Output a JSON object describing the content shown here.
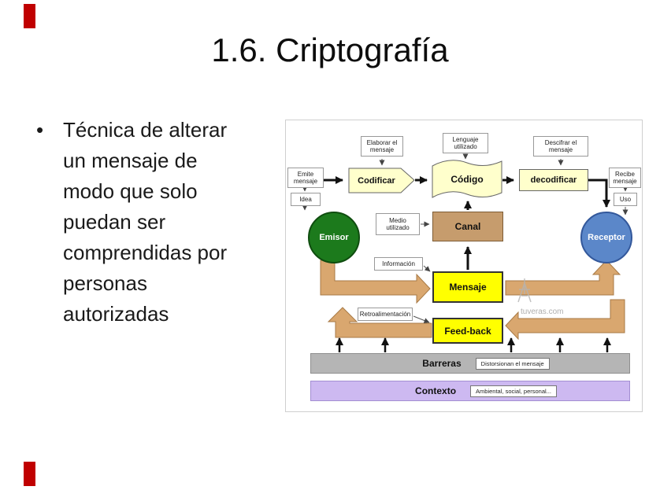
{
  "slide": {
    "title": "1.6. Criptografía",
    "bullet_marker": "•",
    "bullet_text": "Técnica de alterar un mensaje de modo que solo puedan ser comprendidas por personas autorizadas",
    "accent_color": "#c00000"
  },
  "diagram": {
    "watermark": "tuveras.com",
    "nodes": {
      "emisor": "Emisor",
      "codificar": "Codificar",
      "codigo": "Código",
      "decodificar": "decodificar",
      "receptor": "Receptor",
      "canal": "Canal",
      "mensaje": "Mensaje",
      "feedback": "Feed-back",
      "barreras": "Barreras",
      "contexto": "Contexto"
    },
    "callouts": {
      "elaborar": "Elaborar el mensaje",
      "lenguaje": "Lenguaje utilizado",
      "descifrar": "Descifrar el mensaje",
      "emite": "Emite mensaje",
      "idea": "Idea",
      "recibe": "Recibe mensaje",
      "uso": "Uso",
      "medio": "Medio utilizado",
      "informacion": "Información",
      "retroalimentacion": "Retroalimentación",
      "distorsionan": "Distorsionan el mensaje",
      "ambiental": "Ambiental, social, personal..."
    },
    "colors": {
      "emisor": "#1c7a1c",
      "receptor": "#5b87c9",
      "canal": "#c69c6d",
      "mensaje": "#ffff00",
      "proceso": "#ffffcc",
      "barreras": "#b5b5b5",
      "contexto": "#cdb9f1",
      "flecha_tan": "#d9a76f"
    }
  }
}
